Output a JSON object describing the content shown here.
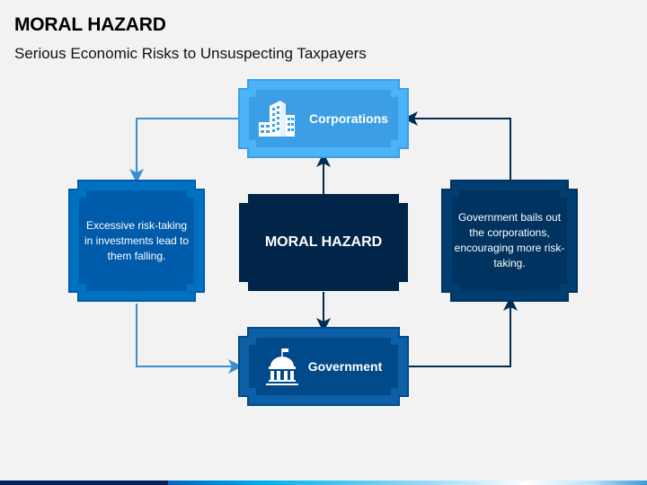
{
  "header": {
    "title": "MORAL HAZARD",
    "subtitle": "Serious Economic Risks to Unsuspecting Taxpayers"
  },
  "nodes": {
    "corporations": {
      "label": "Corporations",
      "icon": "office-building-icon",
      "outer_color": "#3c9fe6",
      "inner_color": "#4db3f9",
      "fill_color": "#3c9fe6"
    },
    "government": {
      "label": "Government",
      "icon": "government-building-icon",
      "outer_color": "#004a8a",
      "inner_color": "#0d5fa6",
      "fill_color": "#004a8a"
    },
    "center": {
      "label": "MORAL HAZARD",
      "color": "#002548"
    },
    "left": {
      "text": "Excessive risk-taking in investments lead to them falling.",
      "outer_color": "#005bab",
      "inner_color": "#0071c1",
      "fill_color": "#005bab"
    },
    "right": {
      "text": "Government bails out the corporations, encouraging more risk-taking.",
      "outer_color": "#00335f",
      "inner_color": "#003e72",
      "fill_color": "#00335f"
    }
  },
  "connectors": {
    "light_color": "#3b8fd0",
    "dark_color": "#002c52"
  },
  "footer": {
    "dark_color": "#002060",
    "gradient": [
      "#0066bf",
      "#00b0f0",
      "#ffffff",
      "#3b9ad8"
    ]
  }
}
